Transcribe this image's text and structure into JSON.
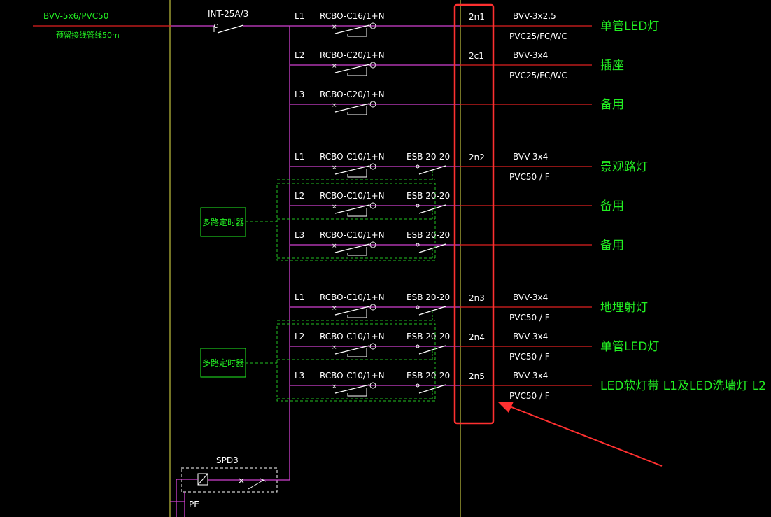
{
  "colors": {
    "background": "#000000",
    "border_line": "#e8e84a",
    "bus": "#d040d0",
    "feeder": "#e02020",
    "text_white": "#ffffff",
    "text_green": "#22ee22",
    "dashed_box": "#22c022",
    "highlight": "#ff3030"
  },
  "incoming": {
    "cable": "BVV-5x6/PVC50",
    "note": "预留接线管线50m",
    "main_switch": "INT-25A/3"
  },
  "circuits": [
    {
      "phase": "L1",
      "breaker": "RCBO-C16/1+N",
      "contactor": "",
      "id": "2n1",
      "cable": "BVV-3x2.5",
      "conduit": "PVC25/FC/WC",
      "load": "单管LED灯"
    },
    {
      "phase": "L2",
      "breaker": "RCBO-C20/1+N",
      "contactor": "",
      "id": "2c1",
      "cable": "BVV-3x4",
      "conduit": "PVC25/FC/WC",
      "load": "插座"
    },
    {
      "phase": "L3",
      "breaker": "RCBO-C20/1+N",
      "contactor": "",
      "id": "",
      "cable": "",
      "conduit": "",
      "load": "备用"
    },
    {
      "phase": "L1",
      "breaker": "RCBO-C10/1+N",
      "contactor": "ESB 20-20",
      "id": "2n2",
      "cable": "BVV-3x4",
      "conduit": "PVC50 / F",
      "load": "景观路灯"
    },
    {
      "phase": "L2",
      "breaker": "RCBO-C10/1+N",
      "contactor": "ESB 20-20",
      "id": "",
      "cable": "",
      "conduit": "",
      "load": "备用"
    },
    {
      "phase": "L3",
      "breaker": "RCBO-C10/1+N",
      "contactor": "ESB 20-20",
      "id": "",
      "cable": "",
      "conduit": "",
      "load": "备用"
    },
    {
      "phase": "L1",
      "breaker": "RCBO-C10/1+N",
      "contactor": "ESB 20-20",
      "id": "2n3",
      "cable": "BVV-3x4",
      "conduit": "PVC50 / F",
      "load": "地埋射灯"
    },
    {
      "phase": "L2",
      "breaker": "RCBO-C10/1+N",
      "contactor": "ESB 20-20",
      "id": "2n4",
      "cable": "BVV-3x4",
      "conduit": "PVC50 / F",
      "load": "单管LED灯"
    },
    {
      "phase": "L3",
      "breaker": "RCBO-C10/1+N",
      "contactor": "ESB 20-20",
      "id": "2n5",
      "cable": "BVV-3x4",
      "conduit": "PVC50 / F",
      "load": "LED软灯带 L1及LED洗墙灯 L2"
    }
  ],
  "timers": [
    {
      "label": "多路定时器"
    },
    {
      "label": "多路定时器"
    }
  ],
  "spd": {
    "label": "SPD3"
  },
  "pe": {
    "label": "PE"
  }
}
